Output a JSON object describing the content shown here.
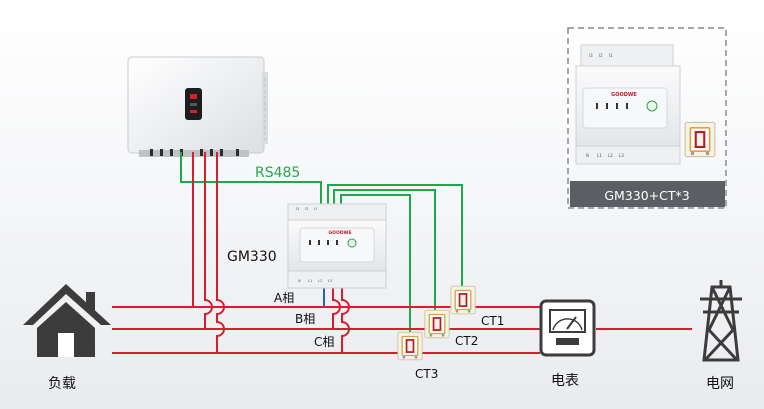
{
  "bus_label": "RS485",
  "meter_label": "GM330",
  "phases": [
    "A相",
    "B相",
    "C相"
  ],
  "cts": [
    "CT1",
    "CT2",
    "CT3"
  ],
  "load_label": "负载",
  "meter_box_label": "电表",
  "grid_label": "电网",
  "kit_label": "GM330+CT*3",
  "meter_brand": "GOODWE",
  "meter_top_terminals": [
    "I3",
    "I2",
    "I1"
  ],
  "meter_bottom_terminals": [
    "N",
    "L1",
    "L2",
    "L3"
  ],
  "colors": {
    "phase": "#d81e2c",
    "bus": "#1fa84a",
    "label_green": "#2aa64a",
    "kit_bg": "#5b5f63"
  }
}
